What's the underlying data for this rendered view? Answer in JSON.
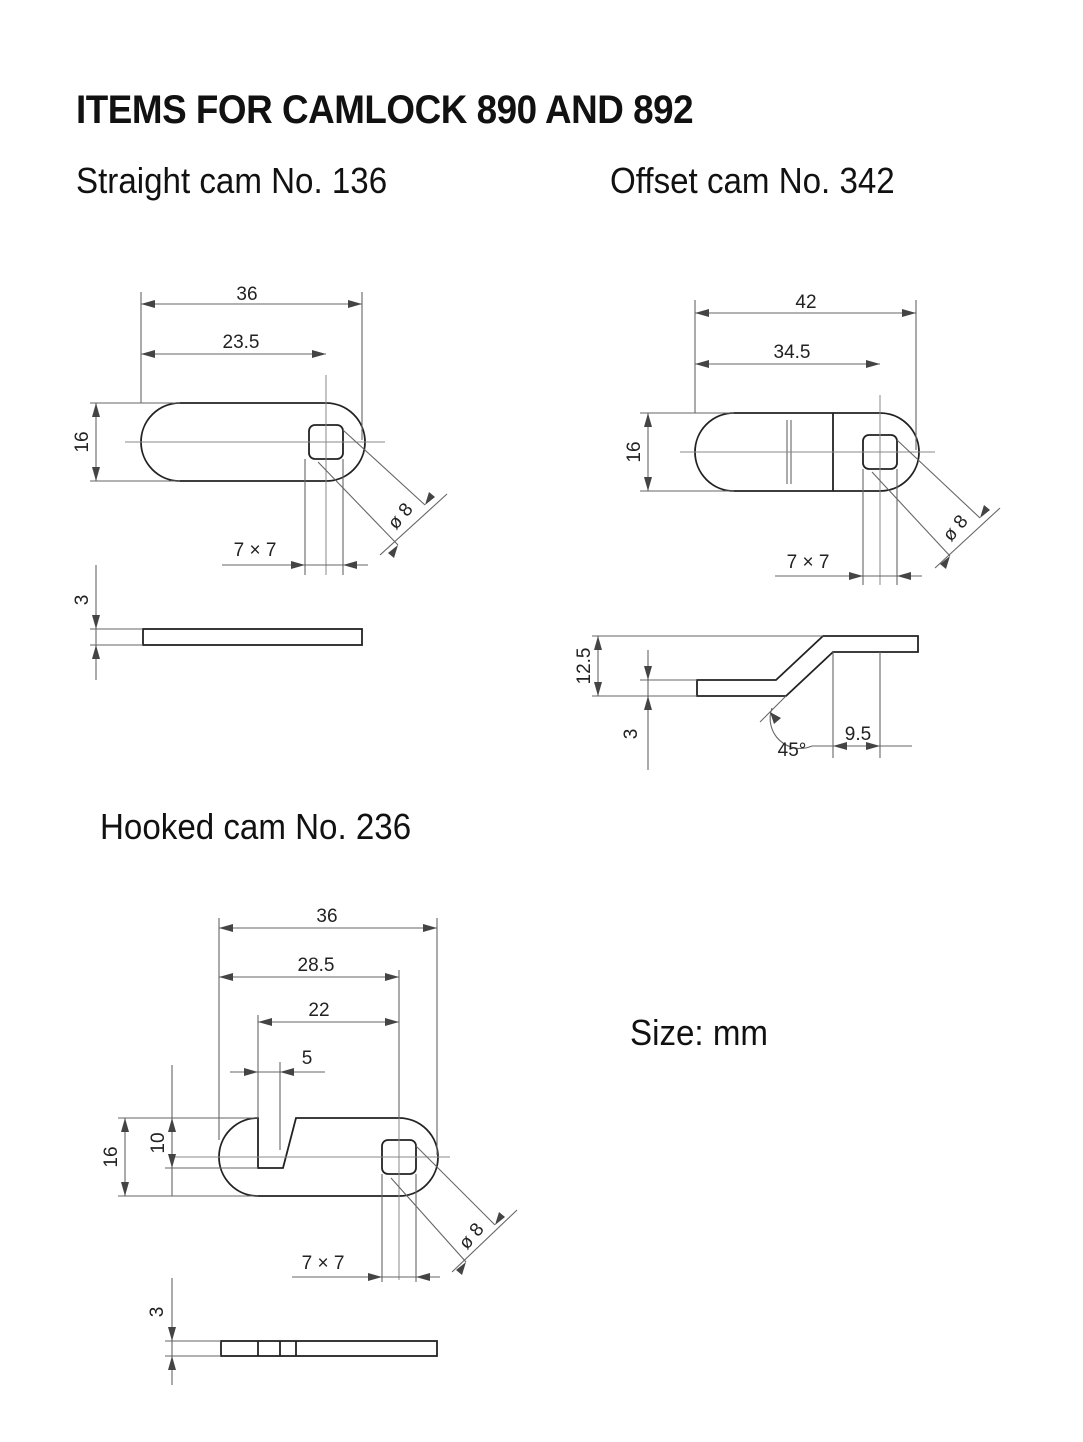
{
  "title": "ITEMS FOR CAMLOCK 890 AND 892",
  "headings": {
    "straight": "Straight cam No. 136",
    "offset": "Offset cam No. 342",
    "hooked": "Hooked cam No. 236",
    "size": "Size: mm"
  },
  "dims": {
    "straight": {
      "length": "36",
      "hole_pos": "23.5",
      "height": "16",
      "square": "7 × 7",
      "diameter": "ø 8",
      "thickness": "3"
    },
    "offset": {
      "length": "42",
      "hole_pos": "34.5",
      "height": "16",
      "square": "7 × 7",
      "diameter": "ø 8",
      "offset": "12.5",
      "thickness": "3",
      "angle": "45°",
      "flat": "9.5"
    },
    "hooked": {
      "length": "36",
      "hole_pos": "28.5",
      "hook_pos": "22",
      "slot": "5",
      "height": "16",
      "slot_depth": "10",
      "square": "7 × 7",
      "diameter": "ø 8",
      "thickness": "3"
    }
  }
}
